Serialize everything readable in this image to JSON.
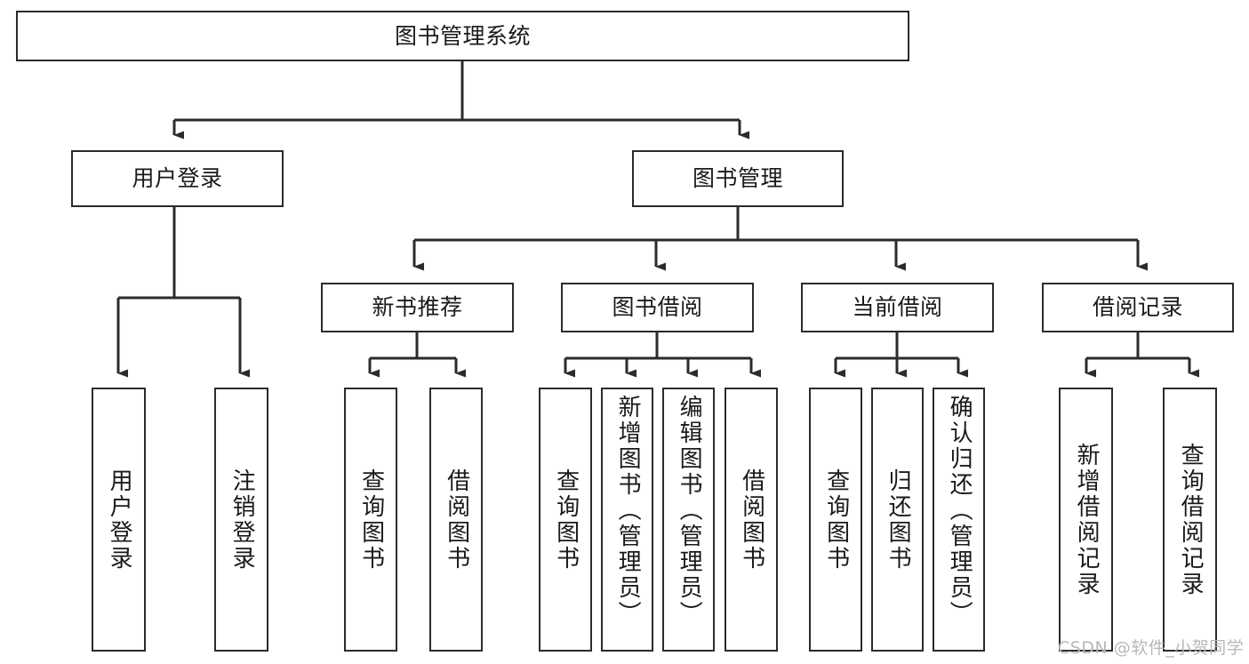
{
  "diagram": {
    "type": "tree-hierarchy-chart",
    "title": "图书管理系统",
    "colors": {
      "box_stroke": "#2b2b2b",
      "box_fill": "#ffffff",
      "edge": "#2b2b2b",
      "text": "#1a1a1a",
      "watermark": "#b8b8b8",
      "background": "#ffffff"
    },
    "nodes": {
      "root": {
        "label": "图书管理系统"
      },
      "level2": [
        {
          "id": "user-login",
          "label": "用户登录"
        },
        {
          "id": "book-management",
          "label": "图书管理"
        }
      ],
      "level3": [
        {
          "id": "new-book-recommend",
          "label": "新书推荐"
        },
        {
          "id": "book-borrow",
          "label": "图书借阅"
        },
        {
          "id": "current-borrow",
          "label": "当前借阅"
        },
        {
          "id": "borrow-record",
          "label": "借阅记录"
        }
      ],
      "leaves": {
        "user-login": [
          {
            "id": "leaf-user-login",
            "label": "用户登录"
          },
          {
            "id": "leaf-logout-login",
            "label": "注销登录"
          }
        ],
        "new-book-recommend": [
          {
            "id": "leaf-query-book-1",
            "label": "查询图书"
          },
          {
            "id": "leaf-borrow-book-1",
            "label": "借阅图书"
          }
        ],
        "book-borrow": [
          {
            "id": "leaf-query-book-2",
            "label": "查询图书"
          },
          {
            "id": "leaf-add-book-admin",
            "label": "新增图书（管理员）"
          },
          {
            "id": "leaf-edit-book-admin",
            "label": "编辑图书（管理员）"
          },
          {
            "id": "leaf-borrow-book-2",
            "label": "借阅图书"
          }
        ],
        "current-borrow": [
          {
            "id": "leaf-query-book-3",
            "label": "查询图书"
          },
          {
            "id": "leaf-return-book",
            "label": "归还图书"
          },
          {
            "id": "leaf-confirm-return-admin",
            "label": "确认归还（管理员）"
          }
        ],
        "borrow-record": [
          {
            "id": "leaf-add-borrow-record",
            "label": "新增借阅记录"
          },
          {
            "id": "leaf-query-borrow-record",
            "label": "查询借阅记录"
          }
        ]
      }
    },
    "watermark": "CSDN @软件_小贺同学"
  }
}
